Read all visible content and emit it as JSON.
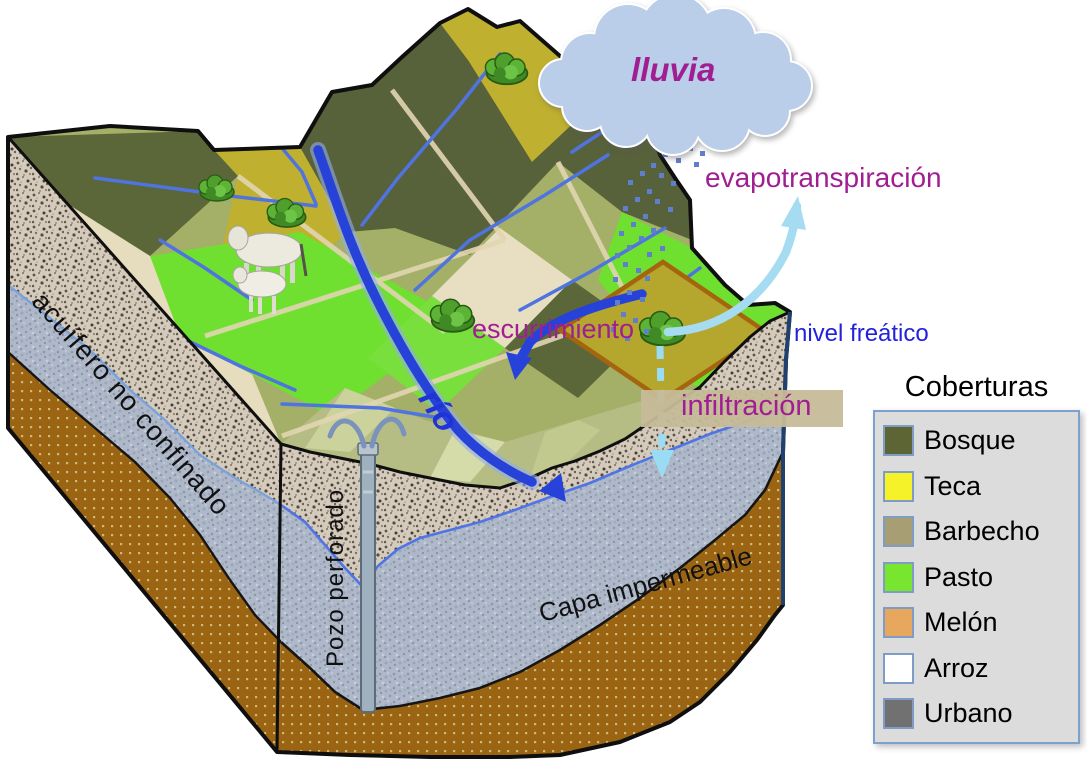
{
  "diagram": {
    "cloud_label": "lluvia",
    "annotations": {
      "evapotranspiration": "evapotranspiración",
      "runoff": "escurrimiento",
      "water_table": "nivel freático",
      "infiltration": "infiltración",
      "river": "río",
      "unconfined_aquifer": "acuífero no confinado",
      "drilled_well": "Pozo perforado",
      "impermeable_layer": "Capa impermeable"
    },
    "colors": {
      "label_magenta": "#a01e92",
      "water_table_blue": "#2222dd",
      "river_blue": "#2742d8",
      "cloud_fill": "#bacde9",
      "light_arrow_blue": "#a5dcf2",
      "gravel_layer": "#d4cbbc",
      "aquifer_layer": "#aeb8c8",
      "impermeable_brown": "#9a6413"
    }
  },
  "legend": {
    "title": "Coberturas",
    "items": [
      {
        "label": "Bosque",
        "color": "#5d6535"
      },
      {
        "label": "Teca",
        "color": "#f6f22a"
      },
      {
        "label": "Barbecho",
        "color": "#a89e73"
      },
      {
        "label": "Pasto",
        "color": "#78e52f"
      },
      {
        "label": "Melón",
        "color": "#e7a75e"
      },
      {
        "label": "Arroz",
        "color": "#ffffff"
      },
      {
        "label": "Urbano",
        "color": "#717171"
      }
    ]
  }
}
